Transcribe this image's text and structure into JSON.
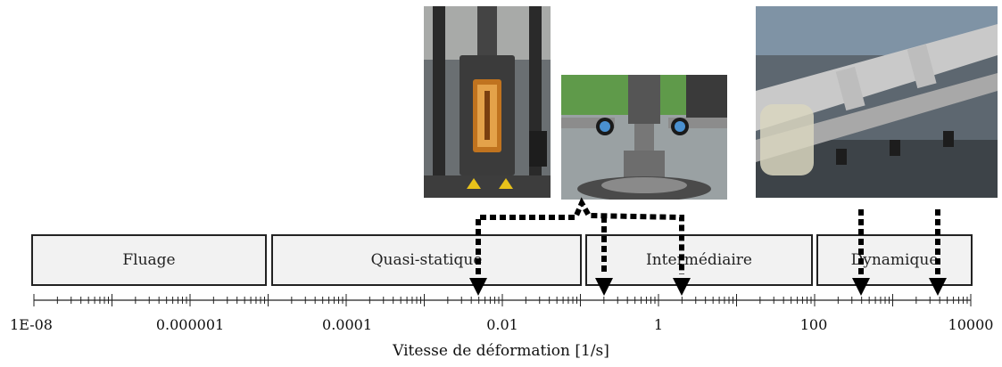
{
  "regimes": [
    {
      "label": "Fluage"
    },
    {
      "label": "Quasi-statique"
    },
    {
      "label": "Intermédiaire"
    },
    {
      "label": "Dynamique"
    }
  ],
  "axis": {
    "title": "Vitesse de déformation [1/s]",
    "scale": "log",
    "range": [
      1e-08,
      10000
    ],
    "tick_labels": [
      "1E-08",
      "0.000001",
      "0.0001",
      "0.01",
      "1",
      "100",
      "10000"
    ]
  },
  "photos": [
    {
      "subject": "universal testing machine with furnace chamber"
    },
    {
      "subject": "close-up of compression fixture with cameras"
    },
    {
      "subject": "split Hopkinson pressure bar setup"
    }
  ],
  "colors": {
    "box_fill": "#f2f2f2",
    "border": "#222222",
    "arrow": "#000000"
  }
}
